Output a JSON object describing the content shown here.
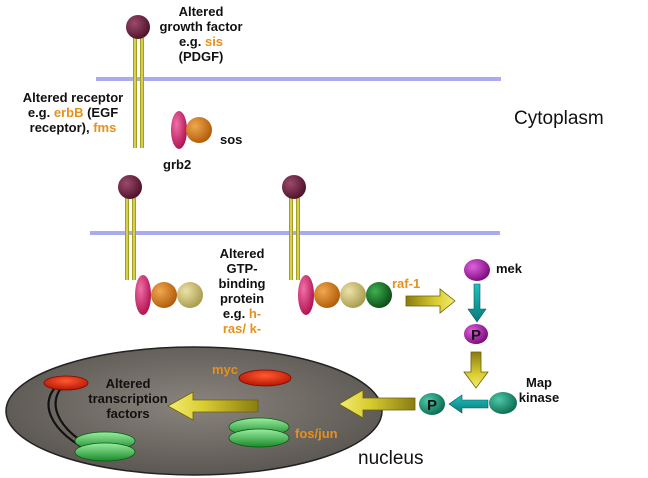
{
  "labels": {
    "growth_factor": {
      "l1": "Altered",
      "l2": "growth factor",
      "l3_pre": "e.g. ",
      "l3_hl": "sis",
      "l4": "(PDGF)"
    },
    "receptor": {
      "l1": "Altered receptor",
      "l2_pre": "e.g. ",
      "l2_hl": "erbB",
      "l2_post": " (EGF",
      "l3_pre": "receptor), ",
      "l3_hl": "fms"
    },
    "sos": "sos",
    "grb2": "grb2",
    "cytoplasm": "Cytoplasm",
    "gtp": {
      "l1": "Altered",
      "l2": "GTP-",
      "l3": "binding",
      "l4": "protein",
      "l5_pre": "e.g. ",
      "l5_hl": "h-",
      "l6_hl": "ras/ k-"
    },
    "raf": "raf-1",
    "mek": "mek",
    "phospho": "P",
    "map_kinase": {
      "l1": "Map",
      "l2": "kinase"
    },
    "myc": "myc",
    "fos_jun": "fos/jun",
    "transcription": {
      "l1": "Altered",
      "l2": "transcription",
      "l3": "factors"
    },
    "nucleus": "nucleus"
  },
  "colors": {
    "membrane": "#aaaaee",
    "ligand": "#6a1c3c",
    "receptor": "#d8d030",
    "grb2": "#d8266e",
    "sos": "#d4821a",
    "tan": "#cec27a",
    "raf_green": "#1a7a2a",
    "mek": "#b020b0",
    "map_kinase": "#1a9a80",
    "nucleus": "#6f6a64",
    "highlight": "#e8901a",
    "tf_red": "#dd2210",
    "tf_green": "#2ca83c"
  }
}
